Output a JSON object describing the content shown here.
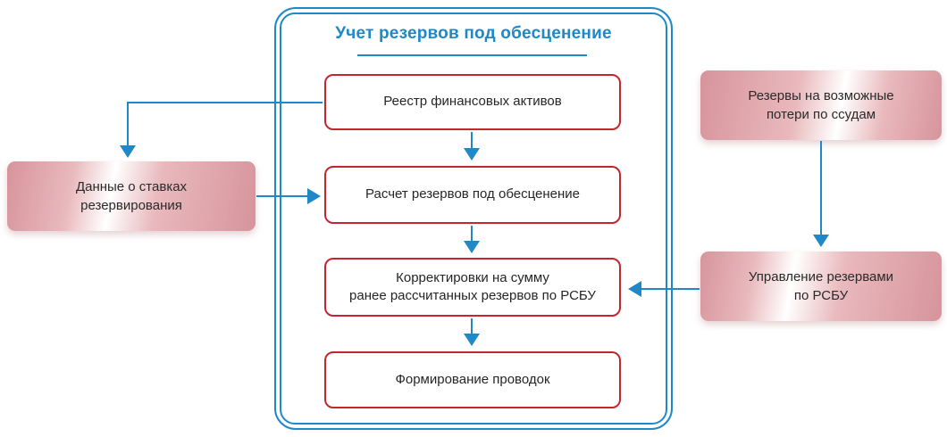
{
  "colors": {
    "accent_blue": "#1e88c8",
    "box_border_red": "#c2262e",
    "side_box_pink": "#d6949b",
    "text": "#262626"
  },
  "container": {
    "title": "Учет резервов под обесценение"
  },
  "flow_boxes": [
    {
      "id": "registry",
      "lines": [
        "Реестр финансовых активов"
      ]
    },
    {
      "id": "calc",
      "lines": [
        "Расчет резервов под обесценение"
      ]
    },
    {
      "id": "adjust",
      "lines": [
        "Корректировки на сумму",
        "ранее рассчитанных  резервов по РСБУ"
      ]
    },
    {
      "id": "postings",
      "lines": [
        "Формирование проводок"
      ]
    }
  ],
  "side_boxes": [
    {
      "id": "rates",
      "lines": [
        "Данные о ставках",
        "резервирования"
      ]
    },
    {
      "id": "loanloss",
      "lines": [
        "Резервы на возможные",
        "потери по ссудам"
      ]
    },
    {
      "id": "rsbu",
      "lines": [
        "Управление резервами",
        "по РСБУ"
      ]
    }
  ]
}
